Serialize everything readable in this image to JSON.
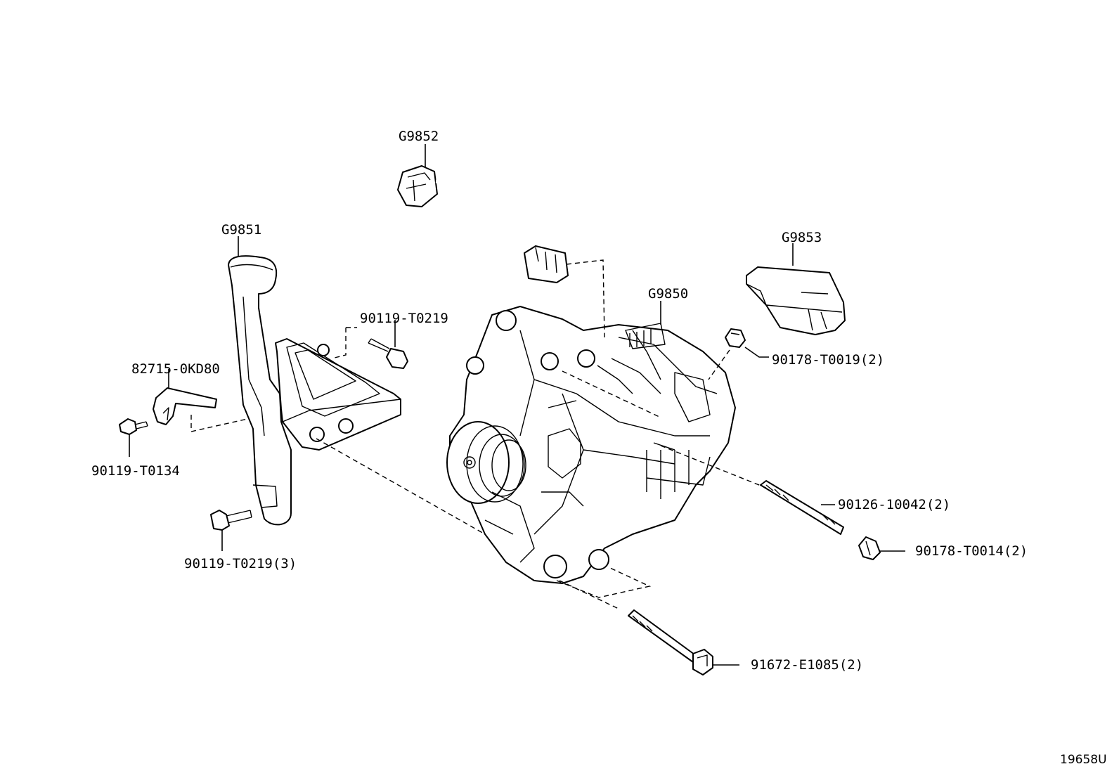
{
  "labels": {
    "g9852": "G9852",
    "g9851": "G9851",
    "g9853": "G9853",
    "g9850": "G9850",
    "p90119_t0219": "90119-T0219",
    "p82715_0kd80": "82715-0KD80",
    "p90178_t0019": "90178-T0019(2)",
    "p90119_t0134": "90119-T0134",
    "p90126_10042": "90126-10042(2)",
    "p90178_t0014": "90178-T0014(2)",
    "p90119_t0219_3": "90119-T0219(3)",
    "p91672_e1085": "91672-E1085(2)"
  },
  "diagram_code": "19658U"
}
